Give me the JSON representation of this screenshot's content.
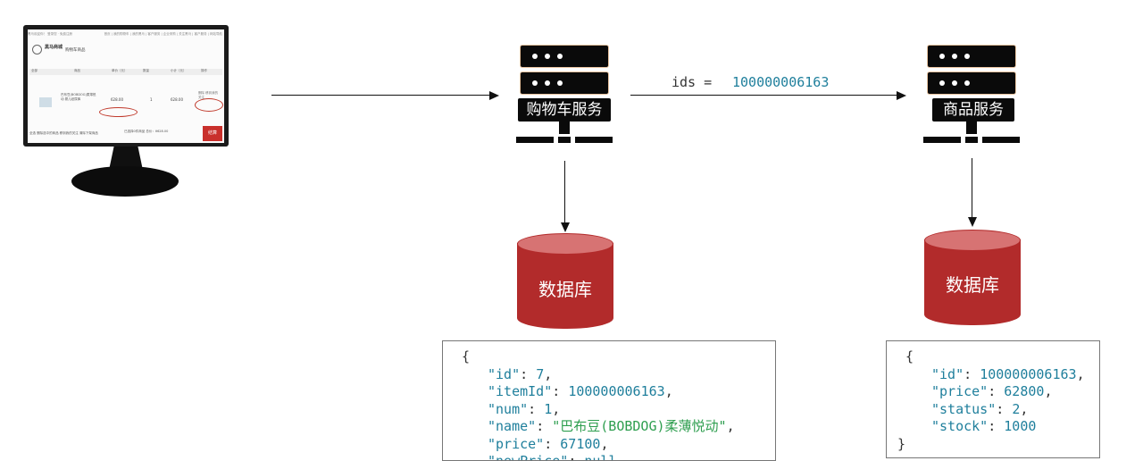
{
  "monitor": {
    "top_bar_left": "黑马欢迎你！ 登录您 · 免费注册",
    "top_nav": "首页 | 我的购物车 | 我的黑马 | 客户服务 | 企业采购 | 关注黑马 | 客户服务 | 网站导航",
    "brand": "黑马商城",
    "page_title": "购物车商品",
    "columns": [
      "全部",
      "商品",
      "单价（元）",
      "数量",
      "小计（元）",
      "操作"
    ],
    "item_name": "巴布豆(BOBDOG)柔薄悦动 婴儿纸尿裤",
    "item_price": "628.00",
    "item_qty": "1",
    "item_subtotal": "628.00",
    "item_ops": "删除 移到我的关注",
    "footer_left": "全选  删除选中的商品  移到我的关注  清除下架商品",
    "footer_right": "已选择0件商品  总价：¥628.00",
    "checkout": "结算"
  },
  "cart_service": {
    "label": "购物车服务"
  },
  "item_service": {
    "label": "商品服务"
  },
  "request": {
    "label": "ids = ",
    "value": "100000006163"
  },
  "cart_db": {
    "label": "数据库"
  },
  "item_db": {
    "label": "数据库"
  },
  "cart_json": {
    "open": "{",
    "fields": [
      {
        "key": "\"id\"",
        "value": "7",
        "kind": "n"
      },
      {
        "key": "\"itemId\"",
        "value": "100000006163",
        "kind": "n"
      },
      {
        "key": "\"num\"",
        "value": "1",
        "kind": "n"
      },
      {
        "key": "\"name\"",
        "value": "\"巴布豆(BOBDOG)柔薄悦动\"",
        "kind": "s"
      },
      {
        "key": "\"price\"",
        "value": "67100",
        "kind": "n"
      },
      {
        "key": "\"newPrice\"",
        "value": "null",
        "kind": "n"
      }
    ]
  },
  "item_json": {
    "open": "{",
    "fields": [
      {
        "key": "\"id\"",
        "value": "100000006163",
        "kind": "n"
      },
      {
        "key": "\"price\"",
        "value": "62800",
        "kind": "n"
      },
      {
        "key": "\"status\"",
        "value": "2",
        "kind": "n"
      },
      {
        "key": "\"stock\"",
        "value": "1000",
        "kind": "n"
      }
    ],
    "close": "}"
  },
  "colors": {
    "db_fill": "#b22b2b",
    "db_top": "#d77373",
    "server": "#0a0a0a",
    "key": "#1f7f9c",
    "string": "#2e9e4f"
  }
}
